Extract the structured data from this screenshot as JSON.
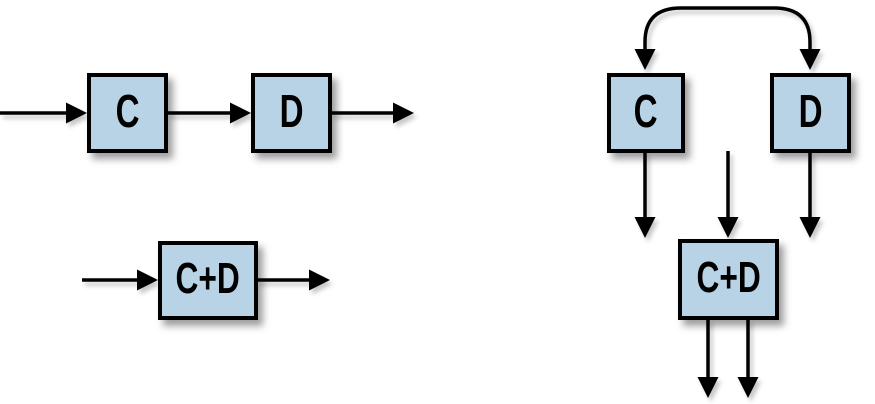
{
  "colors": {
    "background": "#ffffff",
    "box_fill": "#b9d3e6",
    "box_border": "#000000",
    "arrow": "#000000"
  },
  "diagram": {
    "sequential_pipeline": {
      "box_c": "C",
      "box_d": "D"
    },
    "fused_pipeline": {
      "box_cd": "C+D"
    },
    "parallel_fusion": {
      "box_c": "C",
      "box_d": "D",
      "box_cd": "C+D"
    }
  }
}
